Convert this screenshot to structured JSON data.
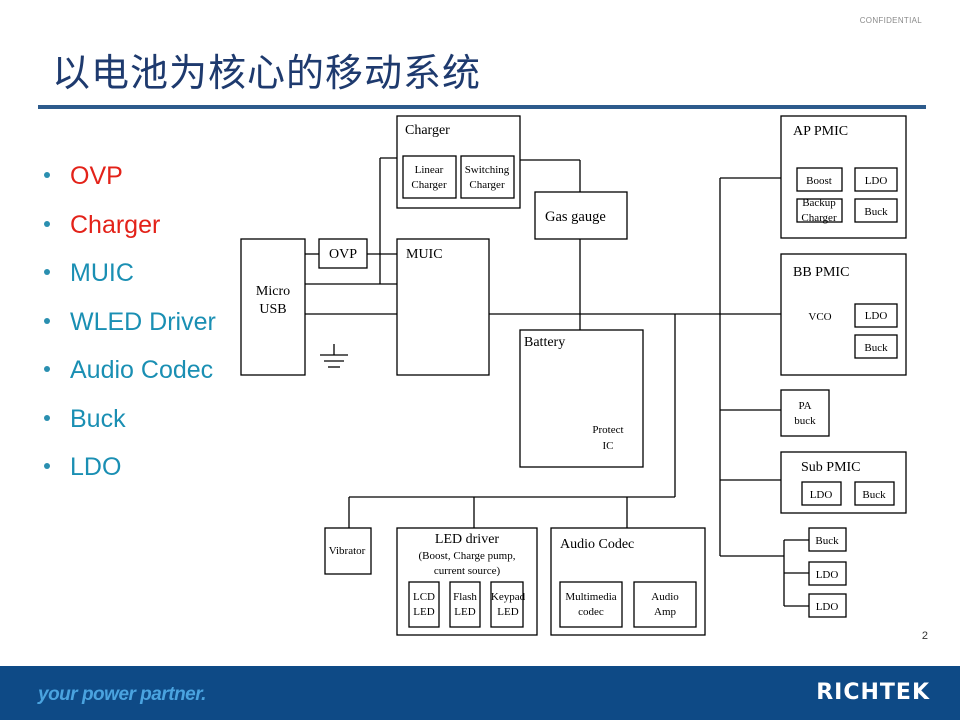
{
  "header": {
    "confidential": "CONFIDENTIAL",
    "title": "以电池为核心的移动系统"
  },
  "bullets": [
    {
      "label": "OVP",
      "color": "#e32219"
    },
    {
      "label": "Charger",
      "color": "#e32219"
    },
    {
      "label": "MUIC",
      "color": "#1a8fb3"
    },
    {
      "label": "WLED Driver",
      "color": "#1a8fb3"
    },
    {
      "label": "Audio Codec",
      "color": "#1a8fb3"
    },
    {
      "label": "Buck",
      "color": "#1a8fb3"
    },
    {
      "label": "LDO",
      "color": "#1a8fb3"
    }
  ],
  "diagram": {
    "charger": {
      "title": "Charger",
      "linear": [
        "Linear",
        "Charger"
      ],
      "switching": [
        "Switching",
        "Charger"
      ]
    },
    "gas_gauge": "Gas gauge",
    "ovp": "OVP",
    "muic": "MUIC",
    "micro_usb": [
      "Micro",
      "USB"
    ],
    "battery": "Battery",
    "protect_ic": [
      "Protect",
      "IC"
    ],
    "ap_pmic": {
      "title": "AP PMIC",
      "boost": "Boost",
      "ldo": "LDO",
      "backup": [
        "Backup",
        "Charger"
      ],
      "buck": "Buck"
    },
    "bb_pmic": {
      "title": "BB PMIC",
      "vco": "VCO",
      "ldo": "LDO",
      "buck": "Buck"
    },
    "pa_buck": [
      "PA",
      "buck"
    ],
    "sub_pmic": {
      "title": "Sub PMIC",
      "ldo": "LDO",
      "buck": "Buck"
    },
    "standalone": {
      "buck": "Buck",
      "ldo1": "LDO",
      "ldo2": "LDO"
    },
    "vibrator": "Vibrator",
    "led_driver": {
      "title": "LED driver",
      "sub1": "(Boost, Charge pump,",
      "sub2": "current source)",
      "lcd": [
        "LCD",
        "LED"
      ],
      "flash": [
        "Flash",
        "LED"
      ],
      "keypad": [
        "Keypad",
        "LED"
      ]
    },
    "audio_codec": {
      "title": "Audio Codec",
      "multimedia": [
        "Multimedia",
        "codec"
      ],
      "amp": [
        "Audio",
        "Amp"
      ]
    }
  },
  "page_number": "2",
  "footer": {
    "tagline": "your power partner.",
    "logo": "RICHTEK"
  }
}
